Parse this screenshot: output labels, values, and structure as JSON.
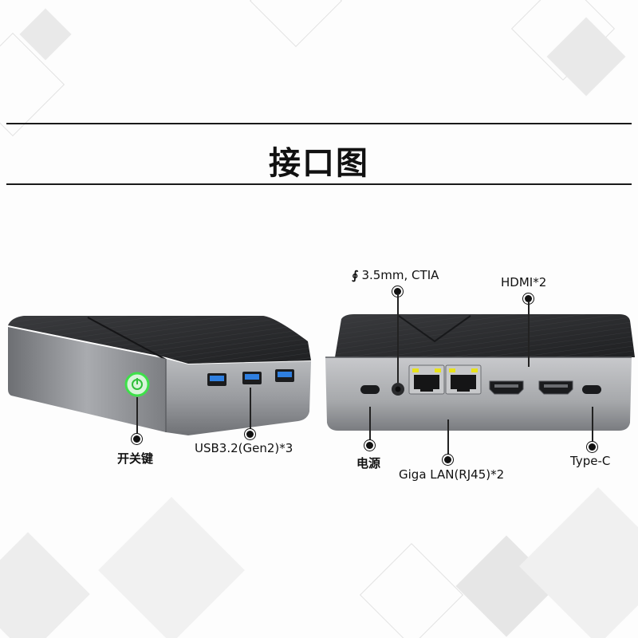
{
  "header": {
    "title": "接口图"
  },
  "callouts": {
    "power_button": "开关键",
    "usb_front": "USB3.2(Gen2)*3",
    "audio_jack": "3.5mm, CTIA",
    "hdmi": "HDMI*2",
    "dc_power": "电源",
    "lan": "Giga LAN(RJ45)*2",
    "type_c": "Type-C"
  },
  "colors": {
    "power_led": "#3ee04a",
    "usb_blue": "#2f7fe0",
    "lan_led": "#e8e21a",
    "chassis_top": "#2a2b2d",
    "chassis_body": "#8a8c90"
  },
  "icons": {
    "audio": "headphone-icon"
  }
}
